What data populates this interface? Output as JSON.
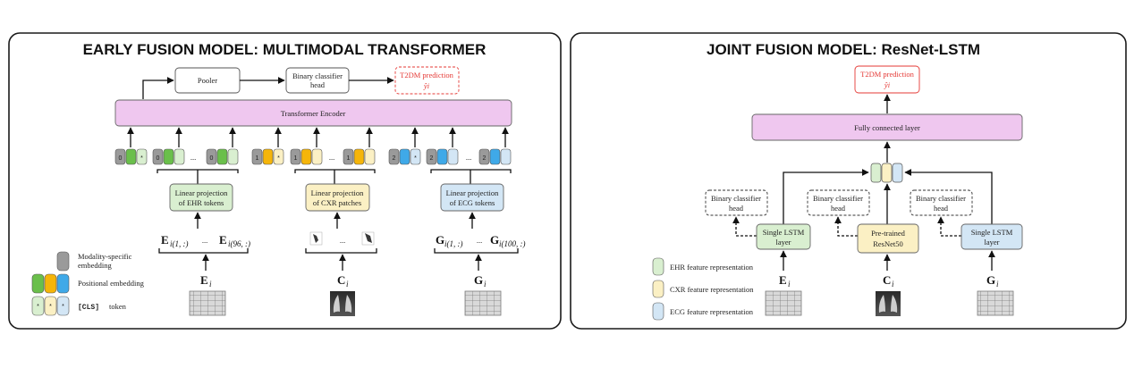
{
  "left": {
    "title": "EARLY FUSION MODEL: MULTIMODAL TRANSFORMER",
    "pooler": "Pooler",
    "binary_head": [
      "Binary classifier",
      "head"
    ],
    "prediction": "T2DM prediction",
    "prediction_symbol": "ŷi",
    "transformer": "Transformer Encoder",
    "ellipsis": "...",
    "token_numbers": [
      "0",
      "1",
      "2"
    ],
    "cls_mark": "*",
    "projection_ehr": [
      "Linear projection",
      "of EHR tokens"
    ],
    "projection_cxr": [
      "Linear projection",
      "of CXR patches"
    ],
    "projection_ecg": [
      "Linear projection",
      "of ECG tokens"
    ],
    "ehr_first": {
      "letter": "E",
      "sub": "i(1, :)"
    },
    "ehr_last": {
      "letter": "E",
      "sub": "i(96, :)"
    },
    "ecg_first": {
      "letter": "G",
      "sub": "i(1, :)"
    },
    "ecg_last": {
      "letter": "G",
      "sub": "i(100, :)"
    },
    "input_ehr": {
      "letter": "E",
      "sub": "i"
    },
    "input_cxr": {
      "letter": "C",
      "sub": "i"
    },
    "input_ecg": {
      "letter": "G",
      "sub": "i"
    },
    "legend": {
      "modality": [
        "Modality-specific",
        "embedding"
      ],
      "positional": "Positional embedding",
      "cls_token": "[CLS]",
      "cls_suffix": "token"
    }
  },
  "right": {
    "title": "JOINT FUSION MODEL: ResNet-LSTM",
    "prediction": "T2DM prediction",
    "prediction_symbol": "ŷi",
    "fc": "Fully connected layer",
    "binary_head": [
      "Binary classifier",
      "head"
    ],
    "lstm": [
      "Single LSTM",
      "layer"
    ],
    "resnet": [
      "Pre-trained",
      "ResNet50"
    ],
    "input_ehr": {
      "letter": "E",
      "sub": "i"
    },
    "input_cxr": {
      "letter": "C",
      "sub": "i"
    },
    "input_ecg": {
      "letter": "G",
      "sub": "i"
    },
    "legend": {
      "ehr": "EHR feature representation",
      "cxr": "CXR feature representation",
      "ecg": "ECG feature representation"
    }
  },
  "colors": {
    "ehr_green": "#6abf4b",
    "ehr_light": "#d9efd0",
    "cxr_orange": "#f5b50a",
    "cxr_light": "#fbf0c4",
    "ecg_blue": "#3fa9e8",
    "ecg_light": "#d3e6f5",
    "encoder_pink": "#efc7ef",
    "modality_gray": "#9a9a9a",
    "prediction_red": "#e53935"
  }
}
